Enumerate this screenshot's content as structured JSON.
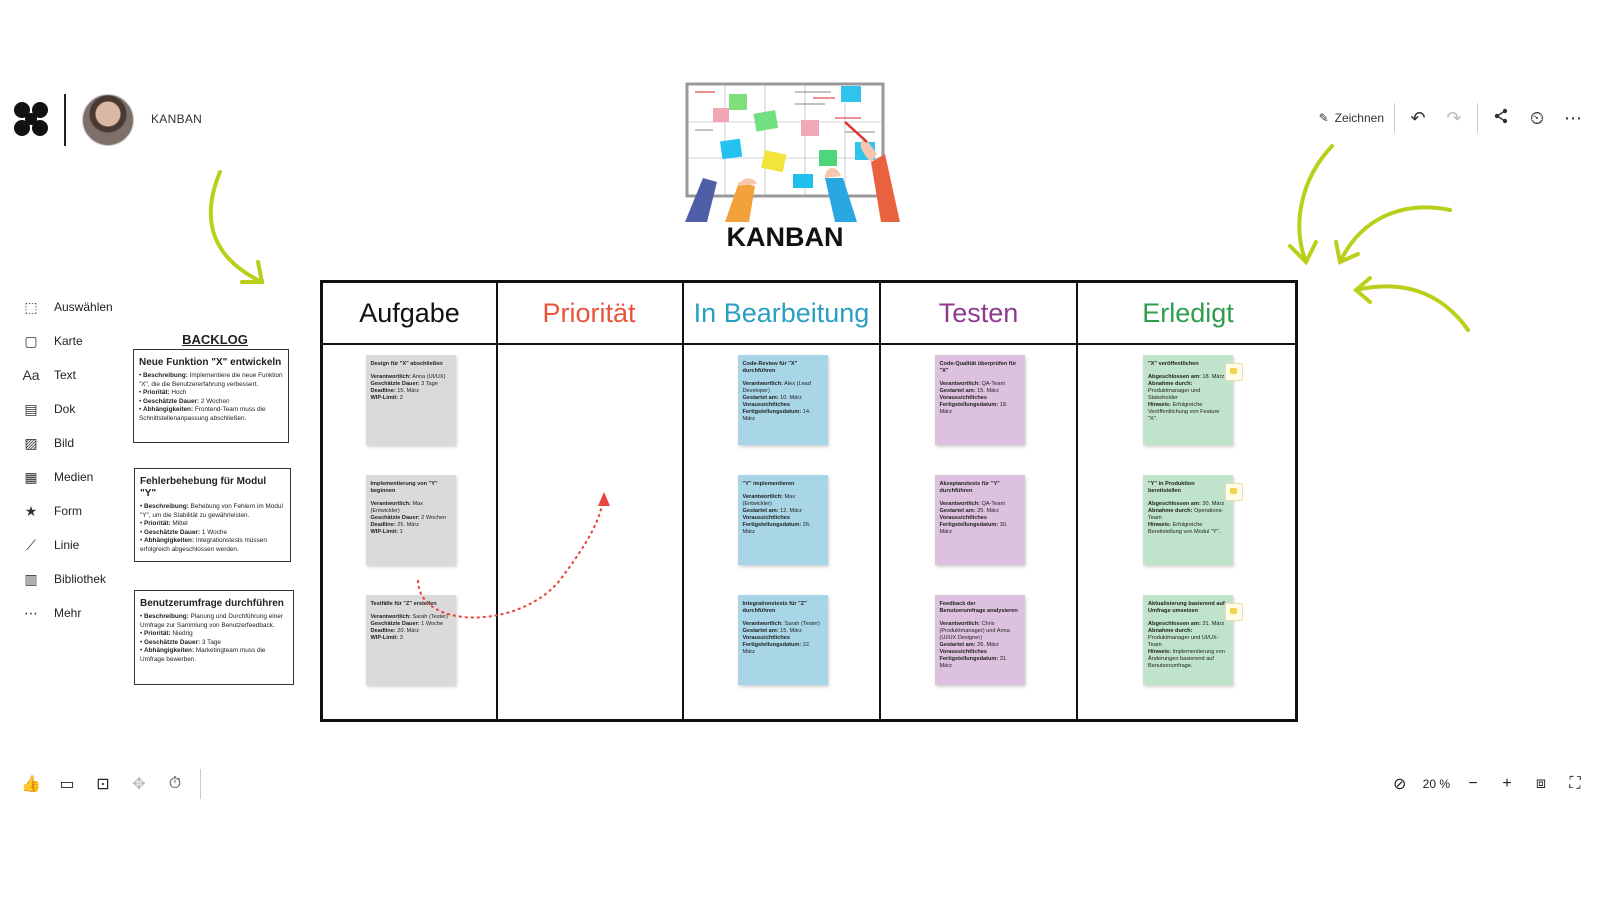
{
  "app": {
    "board_name": "KANBAN",
    "accent_arrow_color": "#b9cf1a",
    "flow_arrow_color": "#e8453c"
  },
  "topbar": {
    "draw_label": "Zeichnen",
    "icons": [
      "pen-icon",
      "undo-icon",
      "redo-icon",
      "share-icon",
      "timer-user-icon",
      "more-icon"
    ]
  },
  "tools": [
    {
      "label": "Auswählen",
      "icon": "select-icon"
    },
    {
      "label": "Karte",
      "icon": "card-icon"
    },
    {
      "label": "Text",
      "icon": "text-icon"
    },
    {
      "label": "Dok",
      "icon": "document-icon"
    },
    {
      "label": "Bild",
      "icon": "image-icon"
    },
    {
      "label": "Medien",
      "icon": "media-icon"
    },
    {
      "label": "Form",
      "icon": "star-icon"
    },
    {
      "label": "Linie",
      "icon": "line-icon"
    },
    {
      "label": "Bibliothek",
      "icon": "library-icon"
    },
    {
      "label": "Mehr",
      "icon": "more-icon"
    }
  ],
  "backlog": {
    "title": "BACKLOG",
    "cards": [
      {
        "title": "Neue Funktion \"X\" entwickeln",
        "rows": [
          {
            "k": "Beschreibung:",
            "v": "Implementiere die neue Funktion \"X\", die die Benutzererfahrung verbessert."
          },
          {
            "k": "Priorität:",
            "v": "Hoch"
          },
          {
            "k": "Geschätzte Dauer:",
            "v": "2 Wochen"
          },
          {
            "k": "Abhängigkeiten:",
            "v": "Frontend-Team muss die Schnittstellenanpassung abschließen."
          }
        ]
      },
      {
        "title": "Fehlerbehebung für Modul \"Y\"",
        "rows": [
          {
            "k": "Beschreibung:",
            "v": "Behebung von Fehlern im Modul \"Y\", um die Stabilität zu gewährleisten."
          },
          {
            "k": "Priorität:",
            "v": "Mittel"
          },
          {
            "k": "Geschätzte Dauer:",
            "v": "1 Woche"
          },
          {
            "k": "Abhängigkeiten:",
            "v": "Integrationstests müssen erfolgreich abgeschlossen werden."
          }
        ]
      },
      {
        "title": "Benutzerumfrage durchführen",
        "rows": [
          {
            "k": "Beschreibung:",
            "v": "Planung und Durchführung einer Umfrage zur Sammlung von Benutzerfeedback."
          },
          {
            "k": "Priorität:",
            "v": "Niedrig"
          },
          {
            "k": "Geschätzte Dauer:",
            "v": "3 Tage"
          },
          {
            "k": "Abhängigkeiten:",
            "v": "Marketingteam muss die Umfrage bewerben."
          }
        ]
      }
    ]
  },
  "header_title": "KANBAN",
  "columns": [
    {
      "title": "Aufgabe",
      "color": "#111111",
      "note_color": "gray",
      "notes": [
        {
          "title": "Design für \"X\" abschließen",
          "rows": [
            {
              "k": "Verantwortlich:",
              "v": "Anna (UI/UX)"
            },
            {
              "k": "Geschätzte Dauer:",
              "v": "3 Tage"
            },
            {
              "k": "Deadline:",
              "v": "15. März"
            },
            {
              "k": "WIP-Limit:",
              "v": "2"
            }
          ]
        },
        {
          "title": "Implementierung von \"Y\" beginnen",
          "rows": [
            {
              "k": "Verantwortlich:",
              "v": "Max (Entwickler)"
            },
            {
              "k": "Geschätzte Dauer:",
              "v": "2 Wochen"
            },
            {
              "k": "Deadline:",
              "v": "25. März"
            },
            {
              "k": "WIP-Limit:",
              "v": "1"
            }
          ]
        },
        {
          "title": "Testfälle für \"Z\" erstellen",
          "rows": [
            {
              "k": "Verantwortlich:",
              "v": "Sarah (Tester)"
            },
            {
              "k": "Geschätzte Dauer:",
              "v": "1 Woche"
            },
            {
              "k": "Deadline:",
              "v": "20. März"
            },
            {
              "k": "WIP-Limit:",
              "v": "3"
            }
          ]
        }
      ]
    },
    {
      "title": "Priorität",
      "color": "#e8543c",
      "note_color": "gray",
      "notes": []
    },
    {
      "title": "In Bearbeitung",
      "color": "#2a9fc4",
      "note_color": "blue",
      "notes": [
        {
          "title": "Code-Review für \"X\" durchführen",
          "rows": [
            {
              "k": "Verantwortlich:",
              "v": "Alex (Lead Developer)"
            },
            {
              "k": "Gestartet am:",
              "v": "10. März"
            },
            {
              "k": "Voraussichtliches Fertigstellungsdatum:",
              "v": "14. März"
            }
          ]
        },
        {
          "title": "\"Y\" implementieren",
          "rows": [
            {
              "k": "Verantwortlich:",
              "v": "Max (Entwickler)"
            },
            {
              "k": "Gestartet am:",
              "v": "12. März"
            },
            {
              "k": "Voraussichtliches Fertigstellungsdatum:",
              "v": "26. März"
            }
          ]
        },
        {
          "title": "Integrationstests für \"Z\" durchführen",
          "rows": [
            {
              "k": "Verantwortlich:",
              "v": "Sarah (Tester)"
            },
            {
              "k": "Gestartet am:",
              "v": "15. März"
            },
            {
              "k": "Voraussichtliches Fertigstellungsdatum:",
              "v": "22. März"
            }
          ]
        }
      ]
    },
    {
      "title": "Testen",
      "color": "#8e3a91",
      "note_color": "pink",
      "notes": [
        {
          "title": "Code-Qualität überprüfen für \"X\"",
          "rows": [
            {
              "k": "Verantwortlich:",
              "v": "QA-Team"
            },
            {
              "k": "Gestartet am:",
              "v": "15. März"
            },
            {
              "k": "Voraussichtliches Fertigstellungsdatum:",
              "v": "18. März"
            }
          ]
        },
        {
          "title": "Akzeptanztests für \"Y\" durchführen",
          "rows": [
            {
              "k": "Verantwortlich:",
              "v": "QA-Team"
            },
            {
              "k": "Gestartet am:",
              "v": "25. März"
            },
            {
              "k": "Voraussichtliches Fertigstellungsdatum:",
              "v": "30. März"
            }
          ]
        },
        {
          "title": "Feedback der Benutzerumfrage analysieren",
          "rows": [
            {
              "k": "Verantwortlich:",
              "v": "Chris (Produktmanager) und Anna (UI/UX Designer)"
            },
            {
              "k": "Gestartet am:",
              "v": "26. März"
            },
            {
              "k": "Voraussichtliches Fertigstellungsdatum:",
              "v": "31. März"
            }
          ]
        }
      ]
    },
    {
      "title": "Erledigt",
      "color": "#2e9e4c",
      "note_color": "green",
      "notes": [
        {
          "title": "\"X\" veröffentlichen",
          "rows": [
            {
              "k": "Abgeschlossen am:",
              "v": "18. März"
            },
            {
              "k": "Abnahme durch:",
              "v": "Produktmanager und Stakeholder"
            },
            {
              "k": "Hinweis:",
              "v": "Erfolgreiche Veröffentlichung von Feature \"X\"."
            }
          ]
        },
        {
          "title": "\"Y\" in Produktion bereitstellen",
          "rows": [
            {
              "k": "Abgeschlossen am:",
              "v": "30. März"
            },
            {
              "k": "Abnahme durch:",
              "v": "Operations-Team"
            },
            {
              "k": "Hinweis:",
              "v": "Erfolgreiche Bereitstellung von Modul \"Y\"."
            }
          ]
        },
        {
          "title": "Aktualisierung basierend auf Umfrage umsetzen",
          "rows": [
            {
              "k": "Abgeschlossen am:",
              "v": "31. März"
            },
            {
              "k": "Abnahme durch:",
              "v": "Produktmanager und UI/UX-Team"
            },
            {
              "k": "Hinweis:",
              "v": "Implementierung von Änderungen basierend auf Benutzerumfrage."
            }
          ]
        }
      ]
    }
  ],
  "bottombar": {
    "left_icons": [
      "like-icon",
      "presentation-icon",
      "camera-icon",
      "move-icon",
      "stopwatch-icon"
    ],
    "zoom": "20 %",
    "right_icons": [
      "compass-icon",
      "zoom-out-icon",
      "zoom-in-icon",
      "fit-screen-icon",
      "minimap-icon"
    ]
  }
}
